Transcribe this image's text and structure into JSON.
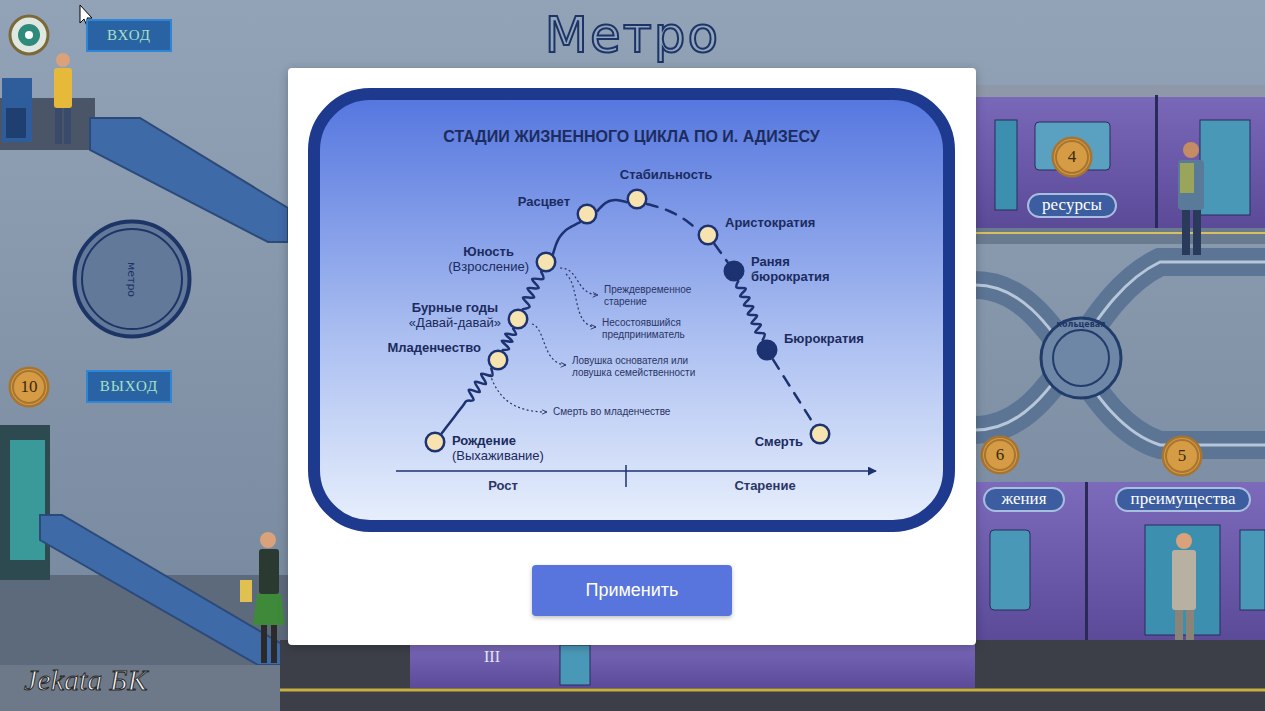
{
  "diagram": {
    "title": "Метро",
    "nodes": [
      {
        "text": [
          "ВХОД"
        ]
      },
      {
        "text": [
          "метро"
        ]
      },
      {
        "text": [
          "10"
        ]
      },
      {
        "text": [
          "ВЫХОД"
        ]
      },
      {
        "text": [
          "СТАДИИ ЖИЗНЕННОГО ЦИКЛА ПО И. АДИЗЕСУ"
        ]
      },
      {
        "text": [
          "Рождение",
          "(Выхаживание)"
        ],
        "in": 4
      },
      {
        "text": [
          "Младенчество"
        ],
        "in": 4
      },
      {
        "text": [
          "Бурные годы",
          "«Давай-давай»"
        ],
        "in": 4
      },
      {
        "text": [
          "Юность",
          "(Взросление)"
        ],
        "in": 4
      },
      {
        "text": [
          "Расцвет"
        ],
        "in": 4
      },
      {
        "text": [
          "Стабильность"
        ],
        "in": 4
      },
      {
        "text": [
          "Аристократия"
        ],
        "in": 4
      },
      {
        "text": [
          "Раняя бюрократия"
        ],
        "in": 4
      },
      {
        "text": [
          "Бюрократия"
        ],
        "in": 4
      },
      {
        "text": [
          "Смерть"
        ],
        "in": 4
      },
      {
        "text": [
          "Применить"
        ]
      },
      {
        "text": [
          "4"
        ]
      },
      {
        "text": [
          "ресурсы"
        ]
      },
      {
        "text": [
          "кольцевая"
        ]
      },
      {
        "text": [
          "6"
        ]
      },
      {
        "text": [
          "жения"
        ]
      },
      {
        "text": [
          "5"
        ]
      },
      {
        "text": [
          "преимущества"
        ]
      }
    ],
    "edges": [
      {
        "from": 5,
        "to": 6,
        "arrow": "none"
      },
      {
        "from": 6,
        "to": 7,
        "arrow": "none"
      },
      {
        "from": 7,
        "to": 8,
        "arrow": "none"
      },
      {
        "from": 8,
        "to": 9,
        "arrow": "none"
      },
      {
        "from": 9,
        "to": 10,
        "arrow": "none"
      },
      {
        "from": 10,
        "to": 11,
        "arrow": "none"
      },
      {
        "from": 11,
        "to": 12,
        "arrow": "none"
      },
      {
        "from": 12,
        "to": 13,
        "arrow": "none"
      },
      {
        "from": 13,
        "to": 14,
        "arrow": "none"
      }
    ],
    "labels": [
      "Преждевременное старение",
      "Несостоявшийся предприниматель",
      "Ловушка основателя или ловушка семейственности",
      "Смерть во младенчестве",
      "Рост",
      "Старение",
      "III",
      "Jekata БК"
    ]
  }
}
